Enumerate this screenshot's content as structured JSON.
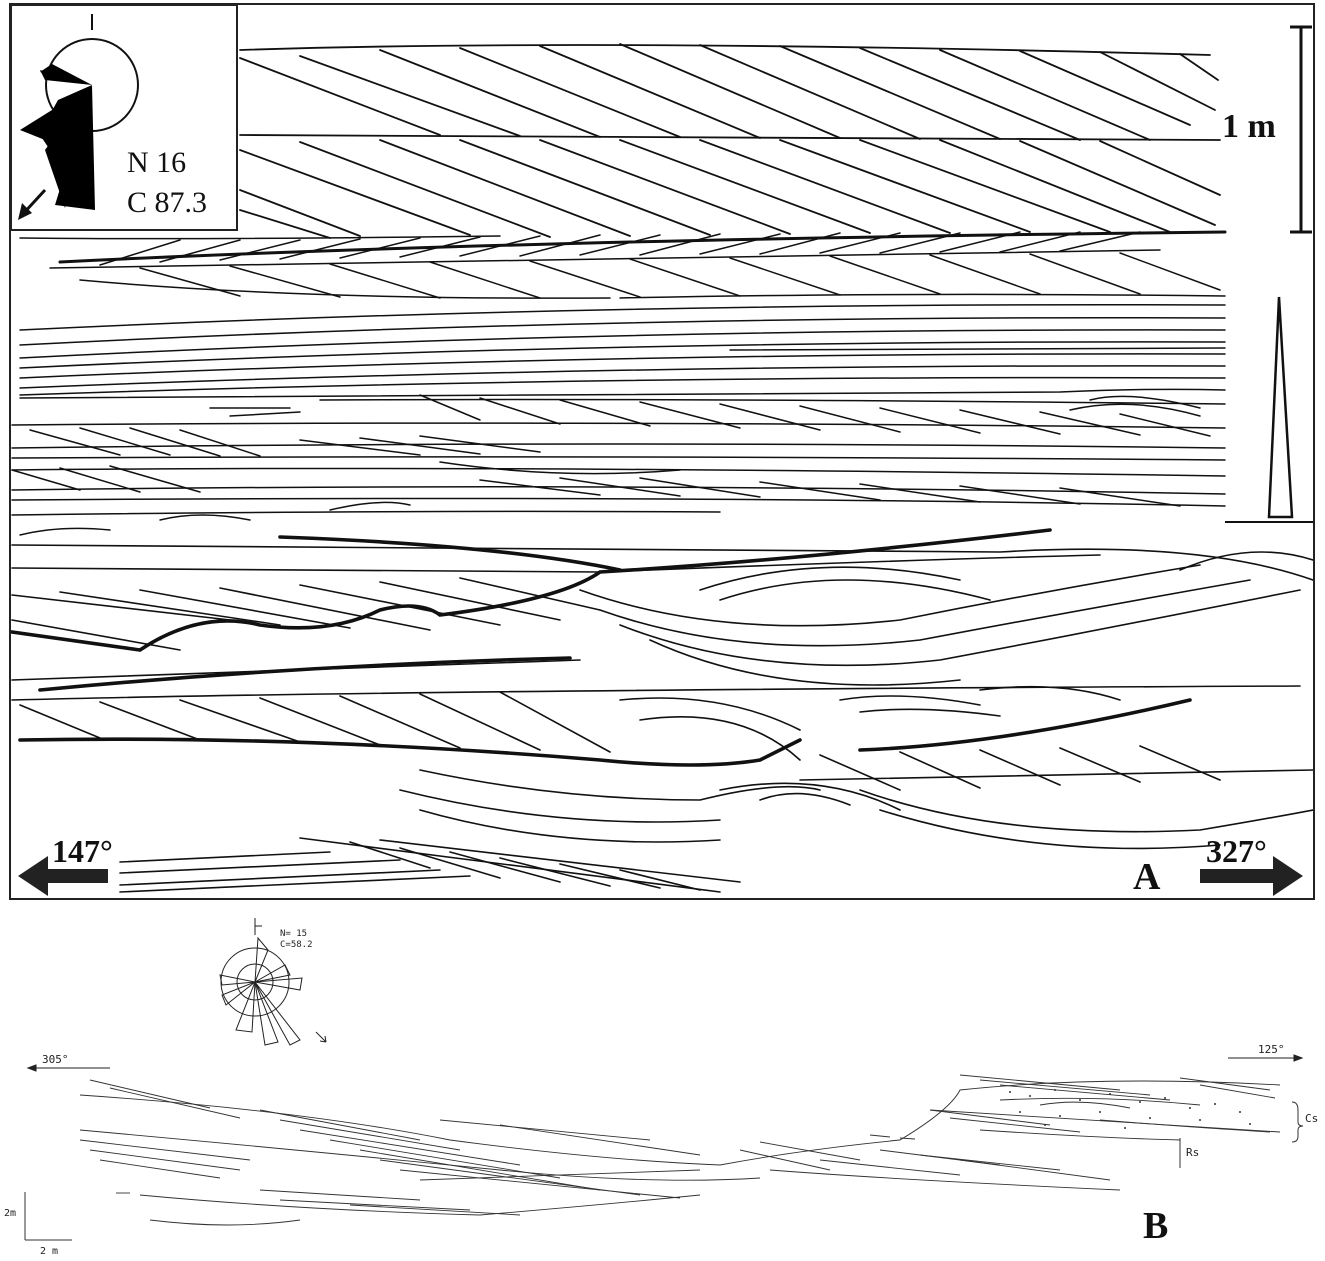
{
  "panel_a": {
    "rose": {
      "n_label": "N 16",
      "c_label": "C 87.3"
    },
    "scale_label": "1 m",
    "arrow_left_label": "147°",
    "arrow_right_label": "327°",
    "panel_letter": "A"
  },
  "panel_b": {
    "rose": {
      "n_label": "N= 15",
      "c_label": "C=58.2"
    },
    "arrow_left_label": "305°",
    "arrow_right_label": "125°",
    "unit_cs": "Cs",
    "unit_rs": "Rs",
    "scale_v_label": "2m",
    "scale_h_label": "2 m",
    "panel_letter": "B"
  }
}
